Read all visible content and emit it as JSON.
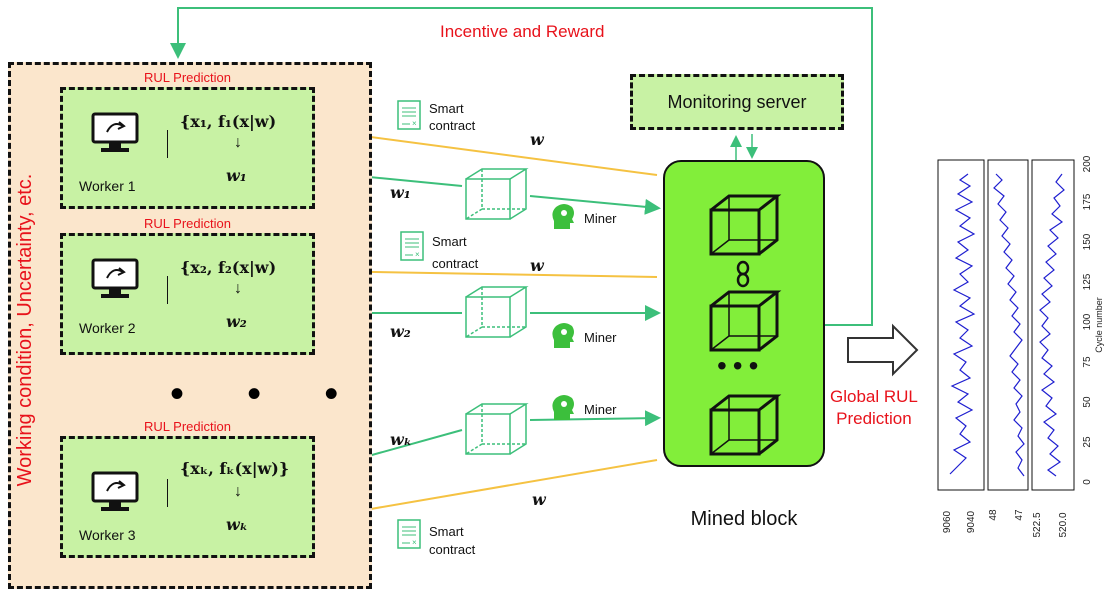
{
  "incentive_label": "Incentive and Reward",
  "side_label": "Working condition, Uncertainty, etc.",
  "workers": [
    {
      "rul_title": "RUL Prediction",
      "name": "Worker 1",
      "formula": "{x₁, f₁(x|w)",
      "w_label": "w₁"
    },
    {
      "rul_title": "RUL Prediction",
      "name": "Worker 2",
      "formula": "{x₂, f₂(x|w)",
      "w_label": "w₂"
    },
    {
      "rul_title": "RUL Prediction",
      "name": "Worker 3",
      "formula": "{xₖ, fₖ(x|w)}",
      "w_label": "wₖ"
    }
  ],
  "ellipsis": "• • •",
  "smart_contract": "Smart contract",
  "smart_contract_line1": "Smart",
  "smart_contract_line2": "contract",
  "w_symbol": "w",
  "flow_labels": [
    "w₁",
    "w₂",
    "wₖ"
  ],
  "miner_label": "Miner",
  "monitoring_server": "Monitoring server",
  "mined_block": "Mined block",
  "global_rul_line1": "Global RUL",
  "global_rul_line2": "Prediction",
  "chart": {
    "y_axis_label": "Cycle number",
    "y_ticks": [
      "0",
      "25",
      "50",
      "75",
      "100",
      "125",
      "150",
      "175",
      "200"
    ],
    "panel1_ticks": [
      "9060",
      "9040"
    ],
    "panel2_ticks": [
      "48",
      "47"
    ],
    "panel3_ticks": [
      "522.5",
      "520.0"
    ]
  },
  "colors": {
    "red_text": "#e8121b",
    "green_arrow": "#3cbf7a",
    "yellow_arrow": "#f5c242",
    "worker_fill": "#c8f2a4",
    "block_fill": "#82ee3a",
    "outer_fill": "#fbe6cc",
    "series_line": "#1f1fd0"
  }
}
